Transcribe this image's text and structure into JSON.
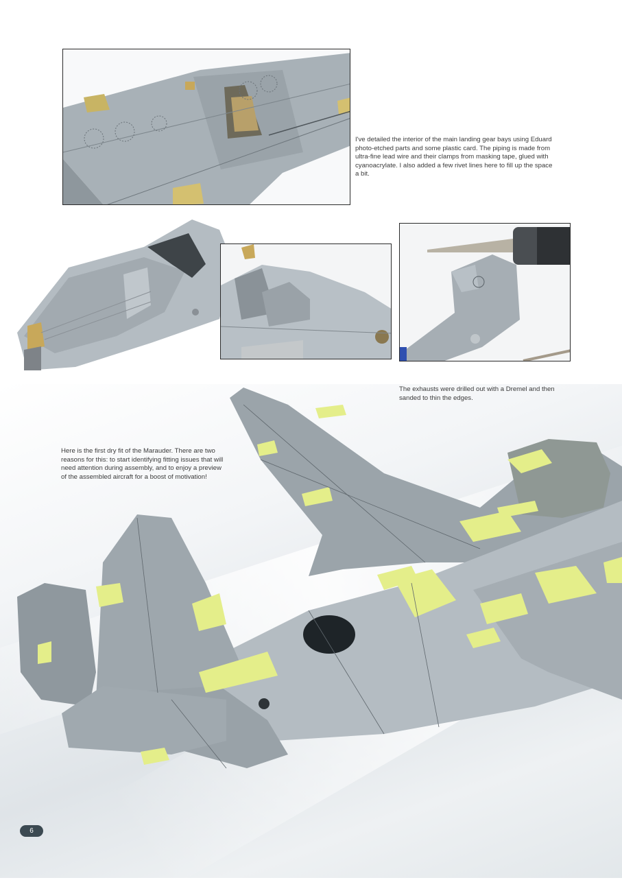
{
  "page": {
    "number": "6",
    "colors": {
      "text": "#3a3a3a",
      "frame": "#2a2a2a",
      "page_badge": "#3c4a52",
      "model_grey": "#a9b2b8",
      "masking_tape": "#e4ee8a",
      "photo_etch_brass": "#c8a85a"
    }
  },
  "photos": [
    {
      "id": "landing-gear-bay",
      "description": "Wing underside with detailed main landing gear bay and masking tape patches",
      "framed": true
    },
    {
      "id": "engine-nacelle-interior",
      "description": "Engine nacelle half with detailed interior piping",
      "framed": false
    },
    {
      "id": "nacelle-closeup",
      "description": "Close-up of nacelle interior with photo-etched parts",
      "framed": true
    },
    {
      "id": "exhaust-drilling",
      "description": "Dremel bit drilling out exhausts on nacelle",
      "framed": true
    },
    {
      "id": "dry-fit",
      "description": "First dry fit of the Marauder model with yellow masking tape",
      "framed": false
    }
  ],
  "captions": {
    "landing_gear": " I've detailed the interior of the main landing gear bays using Eduard photo-etched parts and some plastic card. The piping is made from ultra-fine lead wire and their clamps from masking tape, glued with cyanoacrylate. I also added a few rivet lines here to fill up the space a bit.",
    "exhausts": "The exhausts were drilled out with a Dremel and then sanded to thin the edges.",
    "dry_fit": "Here is the first dry fit of the Marauder. There are two reasons for this: to start identifying fitting issues that will need attention during assembly, and to enjoy a preview of the assembled aircraft for a boost of motivation!"
  }
}
